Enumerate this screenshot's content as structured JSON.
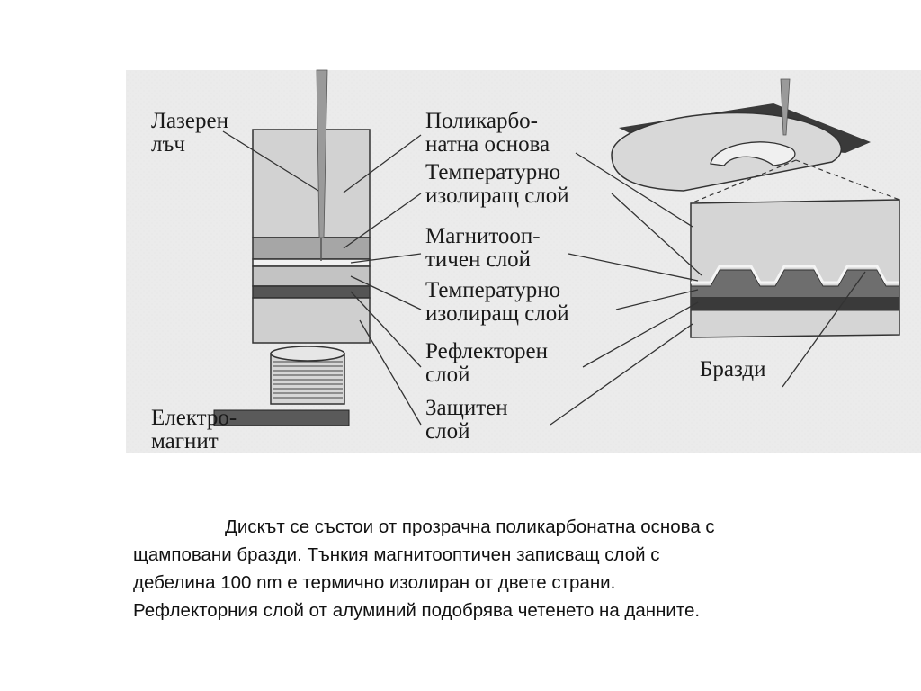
{
  "diagram": {
    "labels_left": {
      "laser_line1": "Лазерен",
      "laser_line2": "лъч",
      "magnet_line1": "Електро-",
      "magnet_line2": "магнит"
    },
    "labels_center": [
      {
        "line1": "Поликарбо-",
        "line2": "натна основа"
      },
      {
        "line1": "Температурно",
        "line2": "изолиращ слой"
      },
      {
        "line1": "Магнитооп-",
        "line2": "тичен слой"
      },
      {
        "line1": "Температурно",
        "line2": "изолиращ слой"
      },
      {
        "line1": "Рефлекторен",
        "line2": "слой"
      },
      {
        "line1": "Защитен",
        "line2": "слой"
      }
    ],
    "label_right": "Бразди"
  },
  "caption": {
    "line1": "Дискът се състои от прозрачна поликарбонатна основа с",
    "line2": "щамповани бразди. Тънкия магнитооптичен записващ слой с",
    "line3": "дебелина 100 nm е термично изолиран от двете страни.",
    "line4": "Рефлекторния слой  от алуминий подобрява четенето на данните."
  }
}
